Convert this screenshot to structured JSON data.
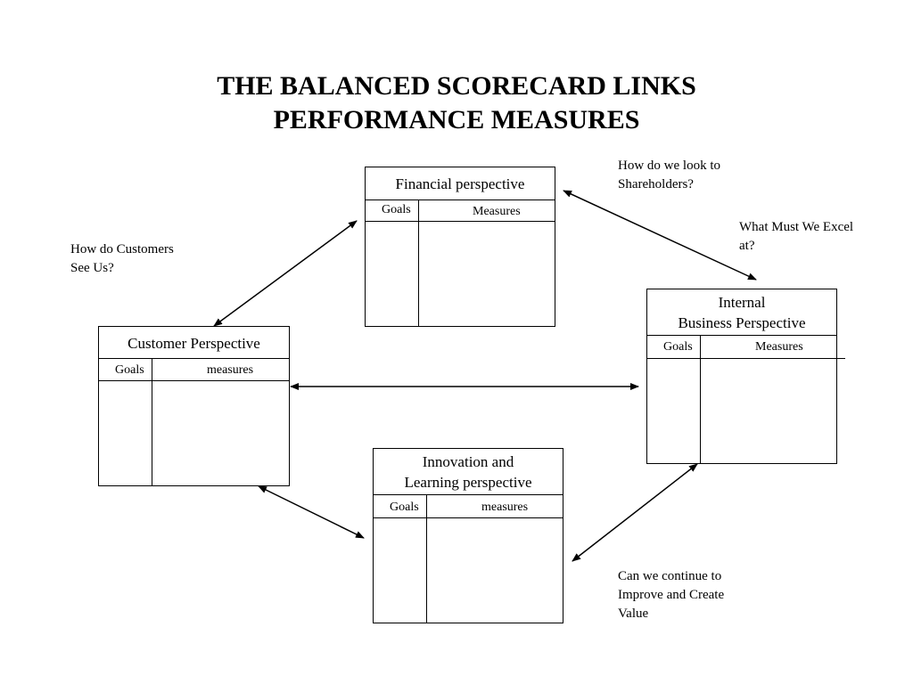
{
  "title": {
    "line1": "THE BALANCED SCORECARD LINKS",
    "line2": "PERFORMANCE MEASURES"
  },
  "boxes": {
    "financial": {
      "header": [
        "Financial perspective"
      ],
      "goals": "Goals",
      "measures": "Measures"
    },
    "customer": {
      "header": [
        "Customer Perspective"
      ],
      "goals": "Goals",
      "measures": "measures"
    },
    "internal": {
      "header": [
        "Internal",
        "Business Perspective"
      ],
      "goals": "Goals",
      "measures": "Measures"
    },
    "innovation": {
      "header": [
        "Innovation and",
        "Learning perspective"
      ],
      "goals": "Goals",
      "measures": "measures"
    }
  },
  "notes": {
    "shareholders": [
      "How do we look to",
      "Shareholders?"
    ],
    "excel": [
      "What Must We Excel",
      "at?"
    ],
    "customers": [
      "How do Customers",
      "See Us?"
    ],
    "improve": [
      "Can we continue to",
      "Improve and Create",
      "Value"
    ]
  }
}
